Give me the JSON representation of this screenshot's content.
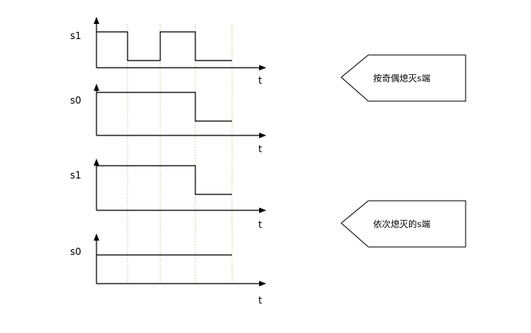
{
  "diagram": {
    "colors": {
      "line": "#000000",
      "guide": "#c8c896",
      "background": "#ffffff"
    },
    "panels": [
      {
        "signal_label": "s1",
        "axis_label": "t",
        "levels": [
          1,
          0,
          1,
          0
        ],
        "level_note": "high, low, high, low over four intervals"
      },
      {
        "signal_label": "s0",
        "axis_label": "t",
        "levels": [
          1,
          1,
          1,
          0
        ],
        "level_note": "high for three intervals, then low"
      },
      {
        "signal_label": "s1",
        "axis_label": "t",
        "levels": [
          1,
          1,
          1,
          0
        ],
        "level_note": "high for three intervals, then low"
      },
      {
        "signal_label": "s0",
        "axis_label": "t",
        "levels": [
          0,
          0,
          0,
          0
        ],
        "level_note": "constant level"
      }
    ],
    "callouts": [
      {
        "text": "按奇偶熄灭s端"
      },
      {
        "text": "依次熄灭的s端"
      }
    ]
  }
}
